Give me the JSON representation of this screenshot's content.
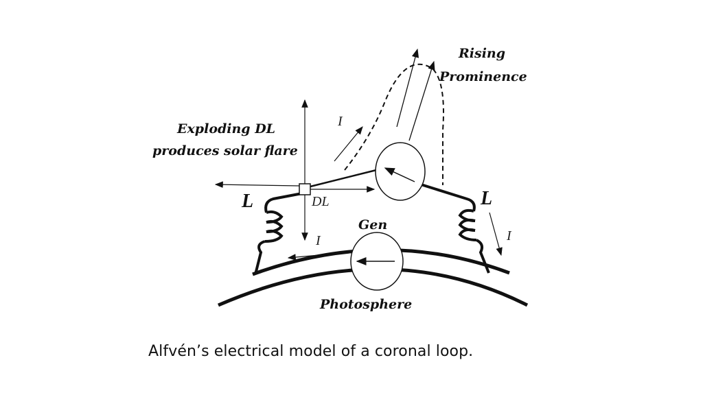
{
  "figure": {
    "labels": {
      "rising_prominence_line1": "Rising",
      "rising_prominence_line2": "Prominence",
      "exploding_line1": "Exploding DL",
      "exploding_line2": "produces solar flare",
      "dl": "DL",
      "inductor_left": "L",
      "inductor_right": "L",
      "generator": "Gen",
      "photosphere": "Photosphere",
      "current_upper": "I",
      "current_lower": "I",
      "current_right": "I"
    },
    "caption": "Alfvén’s electrical model of a coronal loop."
  }
}
